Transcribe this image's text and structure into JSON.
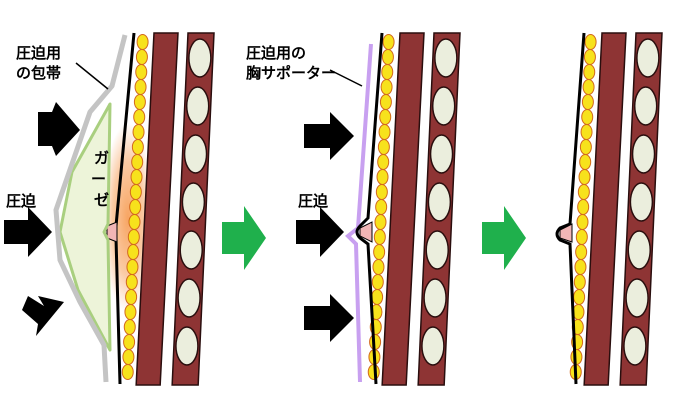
{
  "labels": {
    "bandage": [
      "圧迫用",
      "の包帯"
    ],
    "gauze": [
      "ガ",
      "ー",
      "ゼ"
    ],
    "pressure_left": "圧迫",
    "supporter": [
      "圧迫用の",
      "胸サポーター"
    ],
    "pressure_mid": "圧迫"
  },
  "colors": {
    "muscle": "#8e3434",
    "muscle_outline": "#2a0e0e",
    "fat_cell": "#f7e21c",
    "fat_outline": "#d2691e",
    "rib": "#ebeedd",
    "gauze_fill": "#edf4d9",
    "gauze_stroke": "#a9cf7f",
    "bandage": "#c4c4c4",
    "supporter": "#c8a0f0",
    "wound": "#f2b6b6",
    "glow": "#f7a05a",
    "progress_arrow": "#1fb04c",
    "pressure_arrow": "#000000"
  }
}
